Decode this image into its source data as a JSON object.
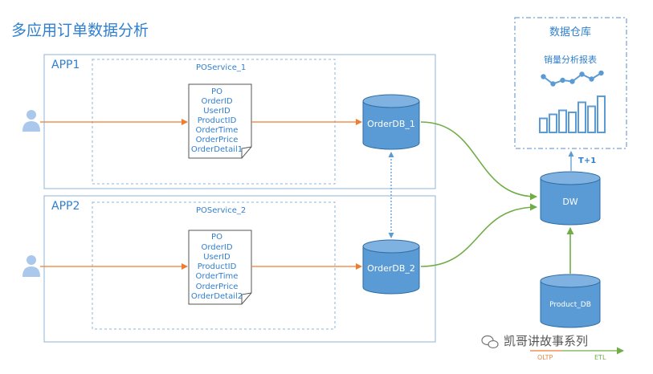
{
  "title": "多应用订单数据分析",
  "apps": [
    {
      "label": "APP1",
      "service": "POService_1",
      "fields": [
        "PO",
        "OrderID",
        "UserID",
        "ProductID",
        "OrderTime",
        "OrderPrice",
        "OrderDetail1"
      ],
      "db": "OrderDB_1"
    },
    {
      "label": "APP2",
      "service": "POService_2",
      "fields": [
        "PO",
        "OrderID",
        "UserID",
        "ProductID",
        "OrderTime",
        "OrderPrice",
        "OrderDetail2"
      ],
      "db": "OrderDB_2"
    }
  ],
  "warehouse": {
    "title": "数据仓库",
    "report": "销量分析报表",
    "bars": [
      0.35,
      0.45,
      0.55,
      0.5,
      0.75,
      0.65,
      0.9
    ],
    "line": [
      0.25,
      0.55,
      0.4,
      0.45,
      0.15,
      0.35,
      0.1
    ]
  },
  "dw": "DW",
  "sync_label": "T+1",
  "product_db": "Product_DB",
  "watermark": "凯哥讲故事系列",
  "legend": {
    "oltp": "OLTP",
    "etl": "ETL"
  },
  "colors": {
    "blue": "#2f7fd0",
    "cylinder": "#5b9bd5",
    "cylinder_dark": "#2e6da4",
    "orange": "#ed7d31",
    "green": "#70ad47",
    "box_border": "#8eb4d9",
    "user_icon": "#a9c8ec"
  }
}
